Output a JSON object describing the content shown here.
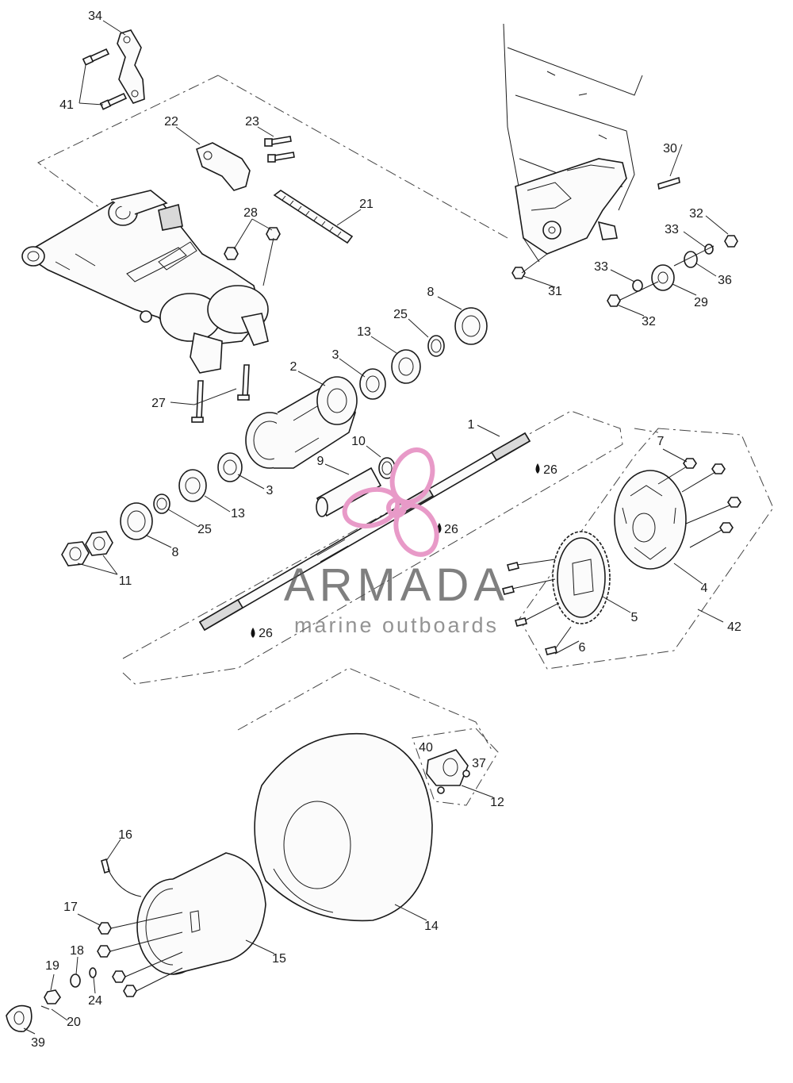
{
  "watermark": {
    "brand": "ARMADA",
    "tagline": "marine outboards",
    "logo_color": "#e89ac8"
  },
  "callouts": [
    {
      "id": "c1",
      "text": "1"
    },
    {
      "id": "c2",
      "text": "2"
    },
    {
      "id": "c3a",
      "text": "3"
    },
    {
      "id": "c3b",
      "text": "3"
    },
    {
      "id": "c4",
      "text": "4"
    },
    {
      "id": "c5",
      "text": "5"
    },
    {
      "id": "c6",
      "text": "6"
    },
    {
      "id": "c7",
      "text": "7"
    },
    {
      "id": "c8a",
      "text": "8"
    },
    {
      "id": "c8b",
      "text": "8"
    },
    {
      "id": "c9",
      "text": "9"
    },
    {
      "id": "c10",
      "text": "10"
    },
    {
      "id": "c11",
      "text": "11"
    },
    {
      "id": "c12",
      "text": "12"
    },
    {
      "id": "c13a",
      "text": "13"
    },
    {
      "id": "c13b",
      "text": "13"
    },
    {
      "id": "c14",
      "text": "14"
    },
    {
      "id": "c15",
      "text": "15"
    },
    {
      "id": "c16",
      "text": "16"
    },
    {
      "id": "c17",
      "text": "17"
    },
    {
      "id": "c18",
      "text": "18"
    },
    {
      "id": "c19",
      "text": "19"
    },
    {
      "id": "c20",
      "text": "20"
    },
    {
      "id": "c21",
      "text": "21"
    },
    {
      "id": "c22",
      "text": "22"
    },
    {
      "id": "c23",
      "text": "23"
    },
    {
      "id": "c24",
      "text": "24"
    },
    {
      "id": "c25a",
      "text": "25"
    },
    {
      "id": "c25b",
      "text": "25"
    },
    {
      "id": "c26a",
      "text": "26"
    },
    {
      "id": "c26b",
      "text": "26"
    },
    {
      "id": "c26c",
      "text": "26"
    },
    {
      "id": "c27",
      "text": "27"
    },
    {
      "id": "c28",
      "text": "28"
    },
    {
      "id": "c29",
      "text": "29"
    },
    {
      "id": "c30",
      "text": "30"
    },
    {
      "id": "c31",
      "text": "31"
    },
    {
      "id": "c32a",
      "text": "32"
    },
    {
      "id": "c32b",
      "text": "32"
    },
    {
      "id": "c33a",
      "text": "33"
    },
    {
      "id": "c33b",
      "text": "33"
    },
    {
      "id": "c34",
      "text": "34"
    },
    {
      "id": "c36",
      "text": "36"
    },
    {
      "id": "c37",
      "text": "37"
    },
    {
      "id": "c39",
      "text": "39"
    },
    {
      "id": "c40",
      "text": "40"
    },
    {
      "id": "c41",
      "text": "41"
    },
    {
      "id": "c42",
      "text": "42"
    }
  ]
}
